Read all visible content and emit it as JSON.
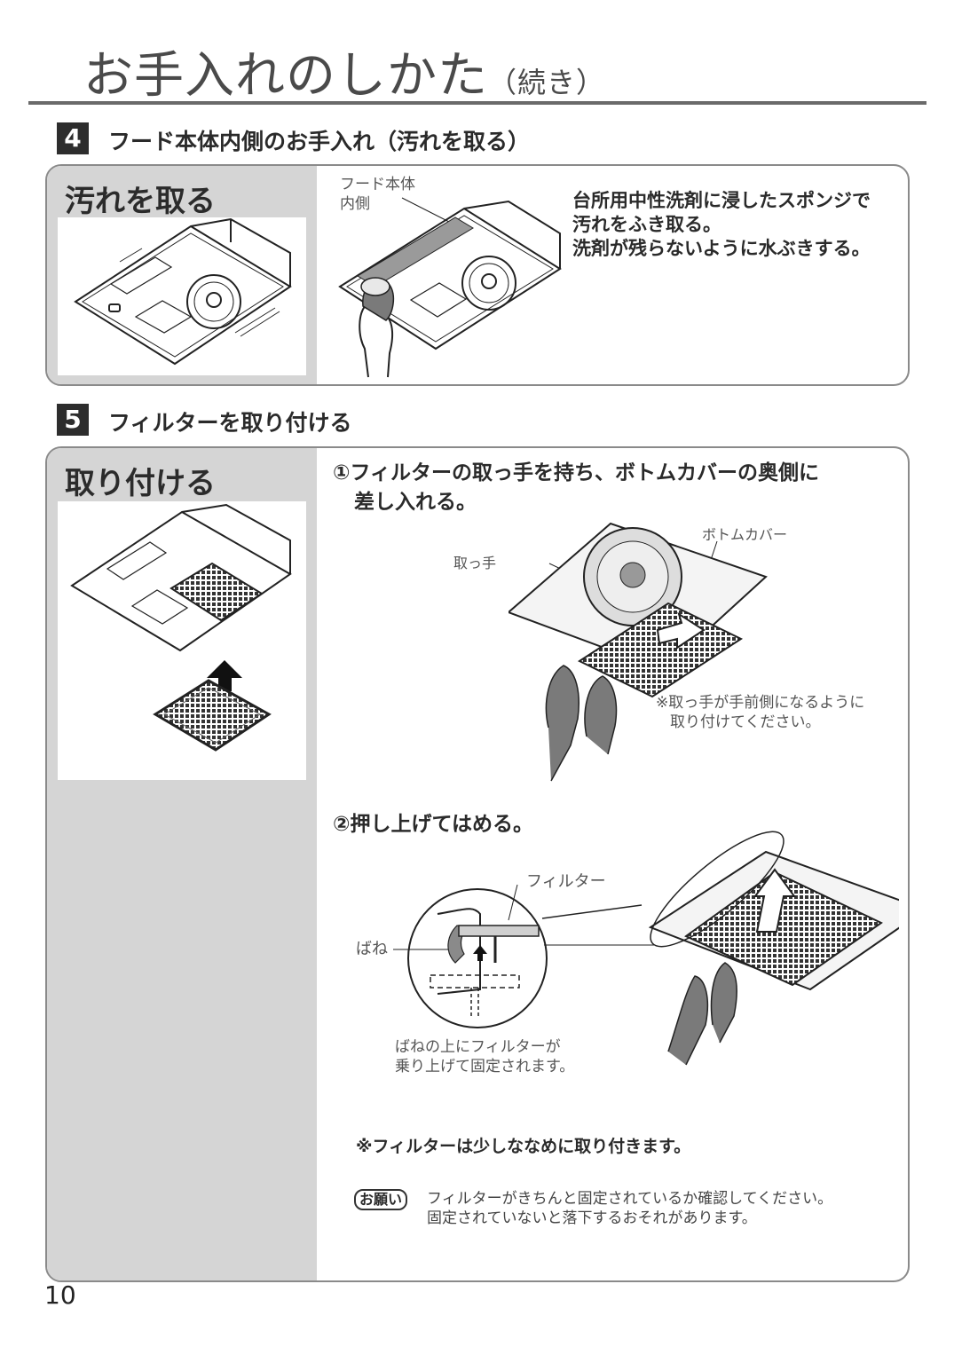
{
  "header": {
    "title": "お手入れのしかた",
    "subtitle": "（続き）"
  },
  "section4": {
    "number": "4",
    "heading": "フード本体内側のお手入れ（汚れを取る）",
    "panel_title": "汚れを取る",
    "callout_label": "フード本体\n内側",
    "instructions": [
      "台所用中性洗剤に浸したスポンジで",
      "汚れをふき取る。",
      "洗剤が残らないように水ぶきする。"
    ]
  },
  "section5": {
    "number": "5",
    "heading": "フィルターを取り付ける",
    "panel_title": "取り付ける",
    "step1": {
      "line1": "①フィルターの取っ手を持ち、ボトムカバーの奥側に",
      "line2": "差し入れる。",
      "label_handle": "取っ手",
      "label_bottom_cover": "ボトムカバー",
      "note_line1": "※取っ手が手前側になるように",
      "note_line2": "取り付けてください。"
    },
    "step2": {
      "text": "②押し上げてはめる。",
      "label_filter": "フィルター",
      "label_spring": "ばね",
      "caption_line1": "ばねの上にフィルターが",
      "caption_line2": "乗り上げて固定されます。"
    },
    "note": "※フィルターは少しななめに取り付きます。",
    "request": {
      "badge": "お願い",
      "line1": "フィルターがきちんと固定されているか確認してください。",
      "line2": "固定されていないと落下するおそれがあります。"
    }
  },
  "page_number": "10",
  "colors": {
    "panel_left_bg": "#d5d5d5",
    "section_num_bg": "#2d2d2d",
    "rule": "#6a6a6a"
  }
}
